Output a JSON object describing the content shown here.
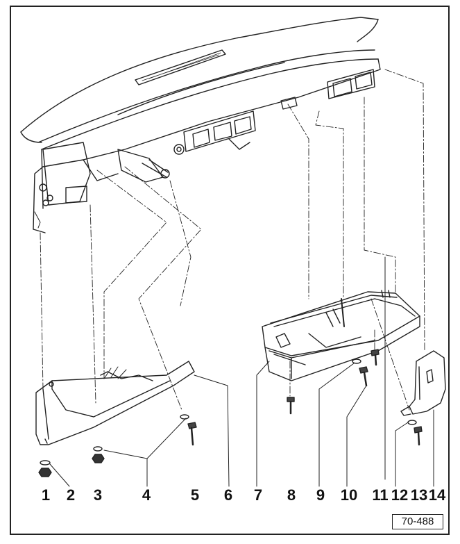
{
  "callouts": [
    "1",
    "2",
    "3",
    "4",
    "5",
    "6",
    "7",
    "8",
    "9",
    "10",
    "11",
    "12",
    "13",
    "14"
  ],
  "figure_ref": "70-488",
  "colors": {
    "ink": "#222222",
    "paper": "#ffffff"
  }
}
